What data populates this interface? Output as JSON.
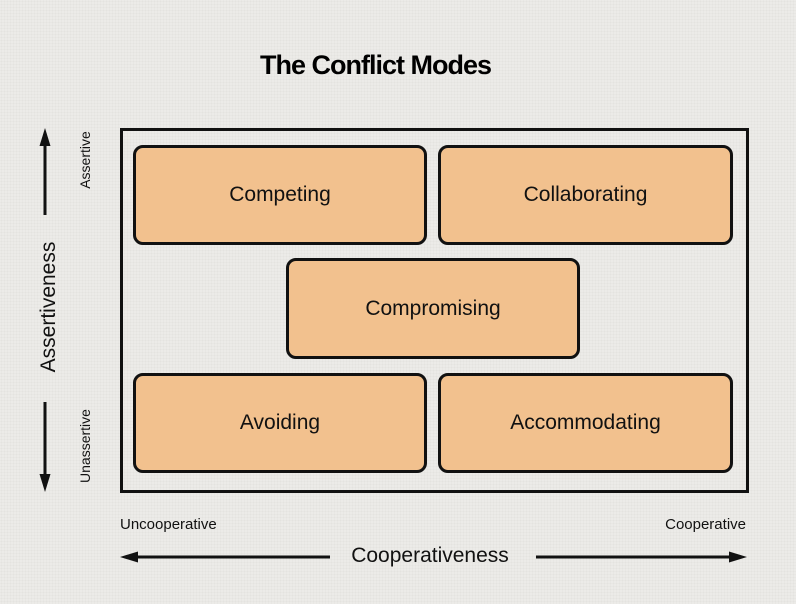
{
  "title": "The Conflict Modes",
  "axes": {
    "y": {
      "label": "Assertiveness",
      "high": "Assertive",
      "low": "Unassertive"
    },
    "x": {
      "label": "Cooperativeness",
      "low": "Uncooperative",
      "high": "Cooperative"
    }
  },
  "modes": {
    "competing": "Competing",
    "collaborating": "Collaborating",
    "compromising": "Compromising",
    "avoiding": "Avoiding",
    "accommodating": "Accommodating"
  },
  "colors": {
    "mode_fill": "#f2c18e",
    "stroke": "#111111",
    "background": "#ecebe8"
  }
}
